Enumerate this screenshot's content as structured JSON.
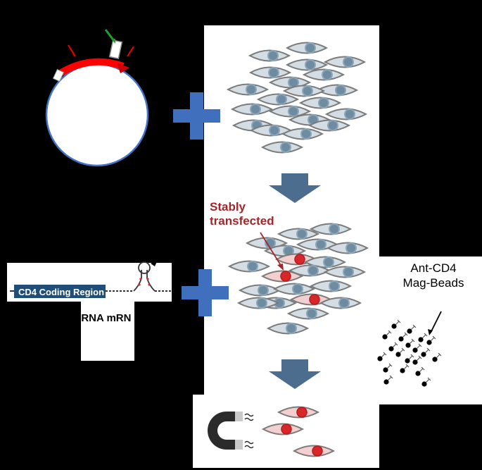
{
  "labels": {
    "stably_line1": "Stably",
    "stably_line2": "transfected",
    "beads_line1": "Ant-CD4",
    "beads_line2": "Mag-Beads",
    "coding_region": "CD4 Coding Region",
    "mrna": "xRNA mRN"
  },
  "colors": {
    "background": "#000000",
    "plus_blue": "#3f6fbd",
    "arrow_slate": "#4d6d8e",
    "plasmid_blue": "#4472c4",
    "insert_red": "#ff0000",
    "cell_fill": "#d4dde4",
    "transfected_fill": "#f3d0cf",
    "nucleus_gray": "#6f8b9f",
    "nucleus_red": "#d9262a",
    "label_red": "#a3262a",
    "coding_box": "#1f4e79"
  }
}
